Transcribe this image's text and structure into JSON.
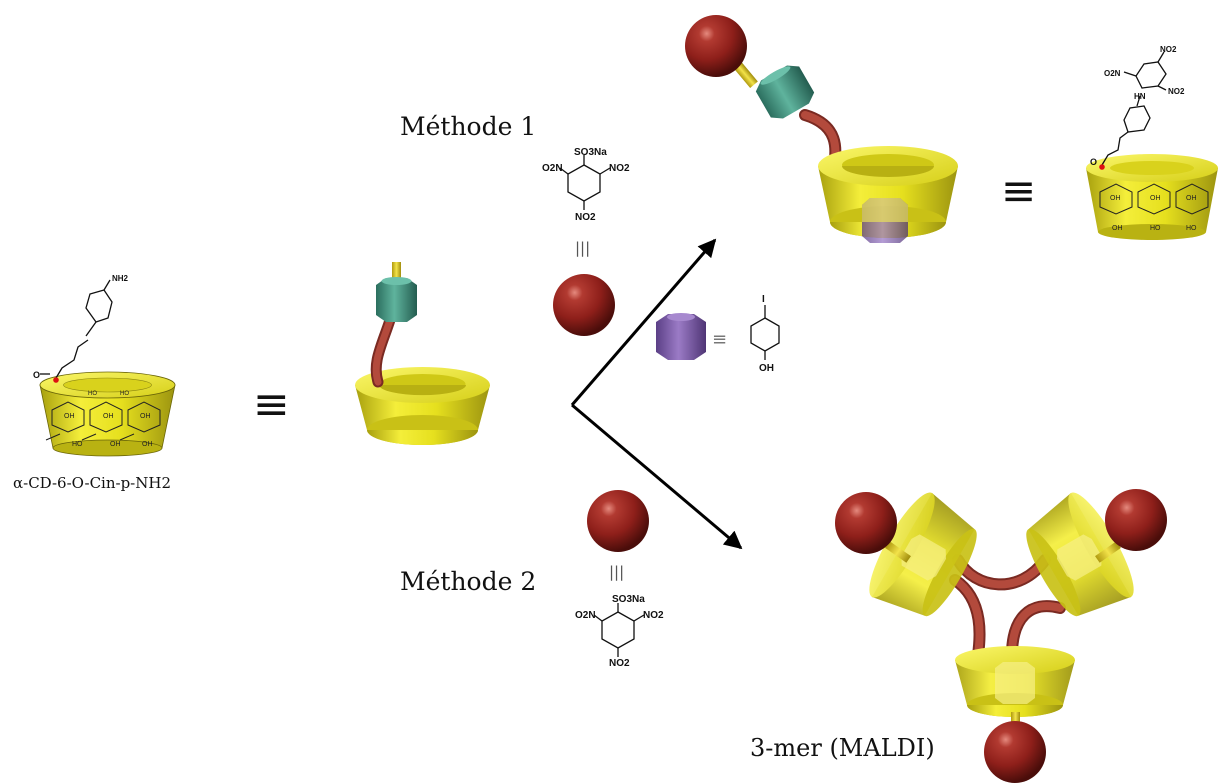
{
  "labels": {
    "compound": "α-CD-6-O-Cin-p-NH2",
    "method1": "Méthode 1",
    "method2": "Méthode 2",
    "product2": "3-mer (MALDI)"
  },
  "chem_text": {
    "so3na": "SO3Na",
    "no2": "NO2",
    "o2n": "O2N",
    "nh2": "NH2",
    "hn": "HN",
    "oh": "OH",
    "ho": "HO",
    "i": "I",
    "o": "O"
  },
  "symbols": {
    "equiv": "≡",
    "triple_bar": "|||"
  },
  "colors": {
    "cd_yellow": "#e6e01e",
    "sphere_red": "#8e1f1a",
    "stopper_teal": "#3a8f7c",
    "linker_red": "#b34a3c",
    "guest_purple": "#7b5aa6",
    "arrow": "#000000"
  }
}
